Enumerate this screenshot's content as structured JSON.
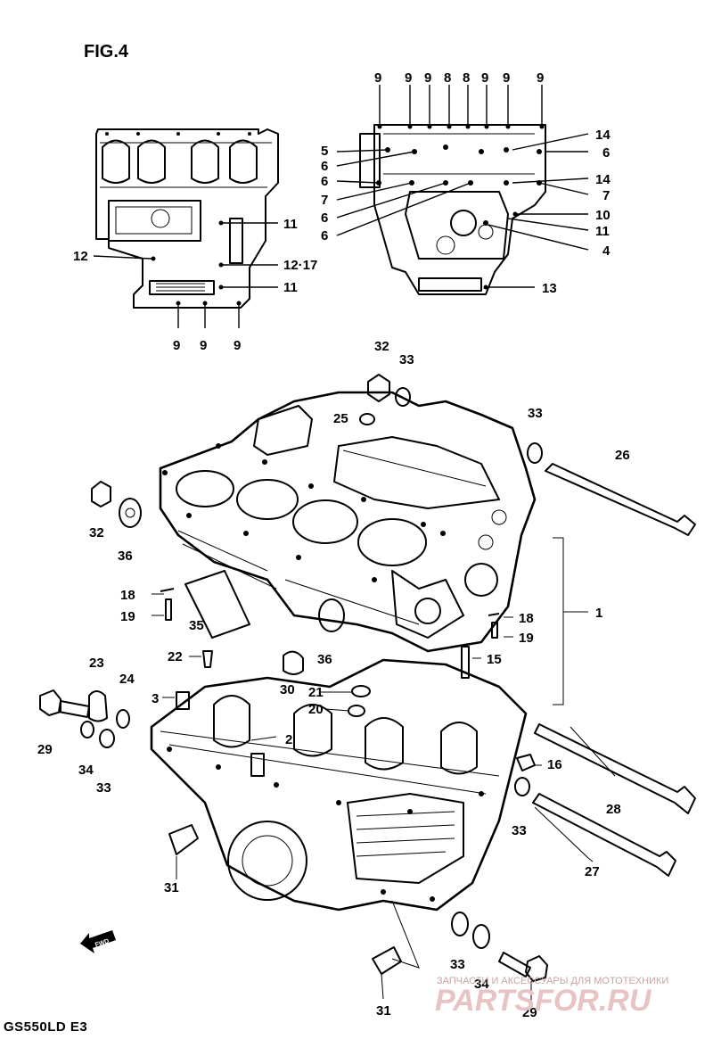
{
  "figure": {
    "title": "FIG.4",
    "model": "GS550LD E3",
    "fwd": "FWD"
  },
  "watermark": {
    "top": "ЗАПЧАСТИ И АКСЕССУАРЫ ДЛЯ МОТОТЕХНИКИ",
    "brand": "PARTSFOR.RU"
  },
  "callouts": {
    "top_left": [
      "11",
      "12",
      "12·17",
      "11",
      "9",
      "9",
      "9"
    ],
    "top_right_top": [
      "9",
      "9",
      "9",
      "8",
      "8",
      "9",
      "9",
      "9"
    ],
    "top_right_left": [
      "5",
      "6",
      "6",
      "7",
      "6",
      "6"
    ],
    "top_right_right": [
      "14",
      "6",
      "14",
      "7",
      "10",
      "11",
      "4",
      "13"
    ],
    "main": [
      "32",
      "33",
      "25",
      "33",
      "26",
      "32",
      "36",
      "18",
      "19",
      "35",
      "1",
      "18",
      "19",
      "36",
      "15",
      "22",
      "23",
      "24",
      "3",
      "30",
      "21",
      "20",
      "2",
      "16",
      "29",
      "34",
      "33",
      "28",
      "33",
      "27",
      "31",
      "33",
      "34",
      "31",
      "29"
    ]
  }
}
